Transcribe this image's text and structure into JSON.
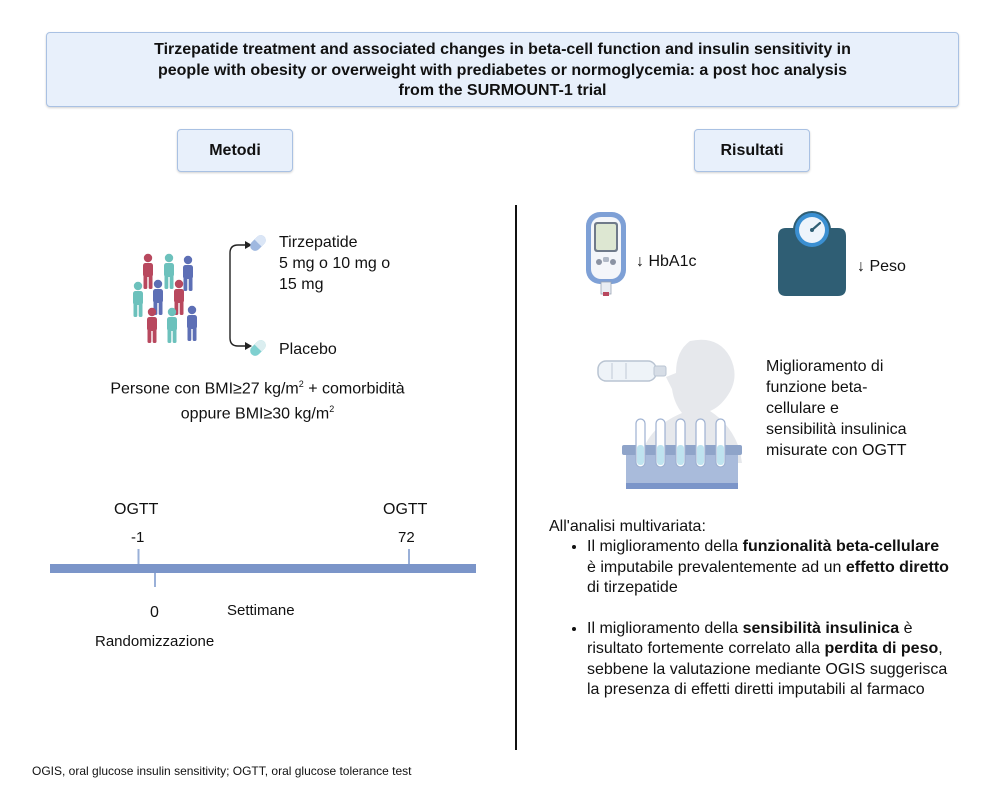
{
  "title": {
    "line1": "Tirzepatide treatment and associated changes in beta-cell function and insulin sensitivity in",
    "line2": "people with obesity or overweight with prediabetes or normoglycemia: a post hoc analysis",
    "line3": "from the SURMOUNT-1 trial"
  },
  "methods": {
    "label": "Metodi",
    "arm1": {
      "line1": "Tirzepatide",
      "line2": "5 mg o 10 mg o",
      "line3": "15 mg"
    },
    "arm2": "Placebo",
    "population": {
      "l1a": "Persone con BMI≥27 kg/m",
      "l1sup": "2",
      "l1b": " + comorbidità",
      "l2a": "oppure BMI≥30 kg/m",
      "l2sup": "2"
    },
    "timeline": {
      "ogtt1": "OGTT",
      "week1": "-1",
      "ogtt2": "OGTT",
      "week2": "72",
      "zero": "0",
      "units": "Settimane",
      "randomization": "Randomizzazione"
    }
  },
  "results": {
    "label": "Risultati",
    "hba1c": "↓ HbA1c",
    "weight": "↓ Peso",
    "ogtt": {
      "line1": "Miglioramento di",
      "line2": "funzione beta-",
      "line3": "cellulare e",
      "line4": "sensibilità insulinica",
      "line5": "misurate con OGTT"
    },
    "multivariate": "All'analisi multivariata:",
    "bullet1": {
      "p1": "Il miglioramento della ",
      "b1": "funzionalità beta-cellulare",
      "p2": " è imputabile prevalentemente ad un ",
      "b2": "effetto diretto",
      "p3": " di tirzepatide"
    },
    "bullet2": {
      "p1": "Il miglioramento della ",
      "b1": "sensibilità insulinica",
      "p2": " è risultato fortemente correlato alla ",
      "b2": "perdita di peso",
      "p3": ", sebbene la valutazione mediante OGIS suggerisca la presenza di effetti diretti imputabili al farmaco"
    }
  },
  "footnote": "OGIS, oral glucose insulin sensitivity; OGTT, oral glucose tolerance test",
  "colors": {
    "box_fill": "#e8f0fb",
    "box_border": "#a9c1e3",
    "timeline": "#7b95c9",
    "person_red": "#b8485e",
    "person_teal": "#6cc1bc",
    "person_blue": "#5d6fb5",
    "scale_teal": "#2f5e74",
    "capsule_blue": "#9fb8e0",
    "capsule_teal": "#7fd0d0"
  }
}
